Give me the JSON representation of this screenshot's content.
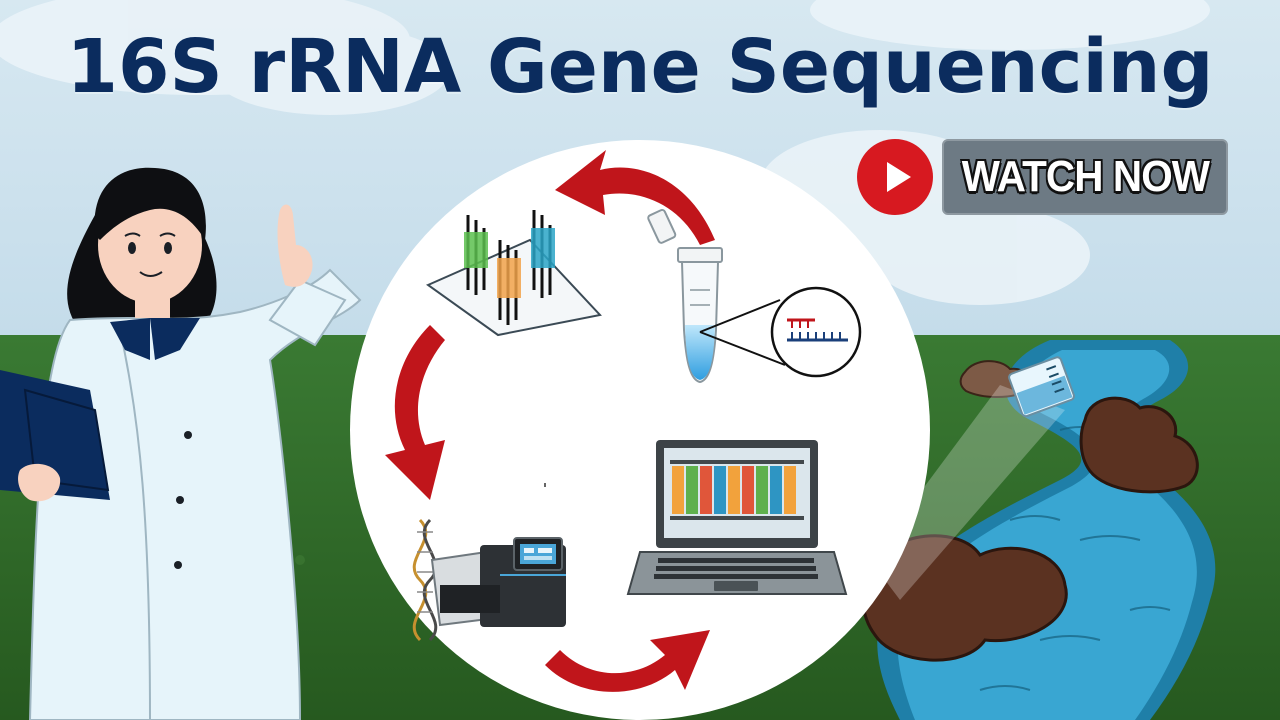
{
  "title": "16S rRNA Gene Sequencing",
  "watch_button": {
    "label": "WATCH NOW",
    "icon": "youtube-play-icon"
  },
  "colors": {
    "title": "#0b2c5e",
    "arrow_red": "#c0151b",
    "grass": "#2f6a2c",
    "river": "#2a8fb8",
    "sky": "#cfe3ee",
    "coat": "#e6f4fa",
    "collar": "#0b2c5e"
  },
  "icons": [
    "scientist-illustration",
    "clipboard-icon",
    "sequencing-slide-icon",
    "microcentrifuge-tube-icon",
    "dna-primer-magnifier-icon",
    "dna-helix-icon",
    "sequencer-machine-icon",
    "laptop-sequence-icon",
    "beaker-sample-icon",
    "river-illustration",
    "rock-icon"
  ]
}
